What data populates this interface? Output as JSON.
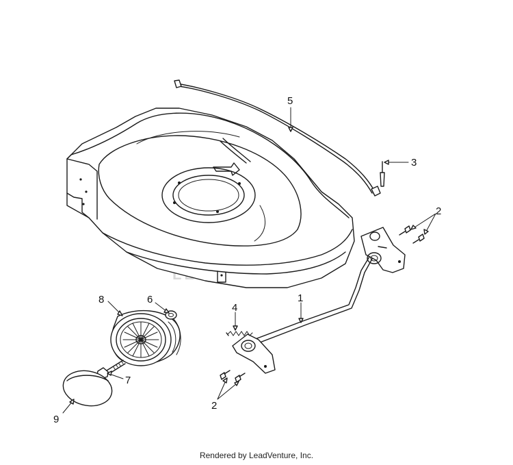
{
  "callouts": {
    "c1": "1",
    "c2_top": "2",
    "c2_bottom": "2",
    "c3": "3",
    "c4": "4",
    "c5": "5",
    "c6": "6",
    "c7": "7",
    "c8": "8",
    "c9": "9"
  },
  "watermark": "LEADVENTURE",
  "footer": "Rendered by LeadVenture, Inc."
}
